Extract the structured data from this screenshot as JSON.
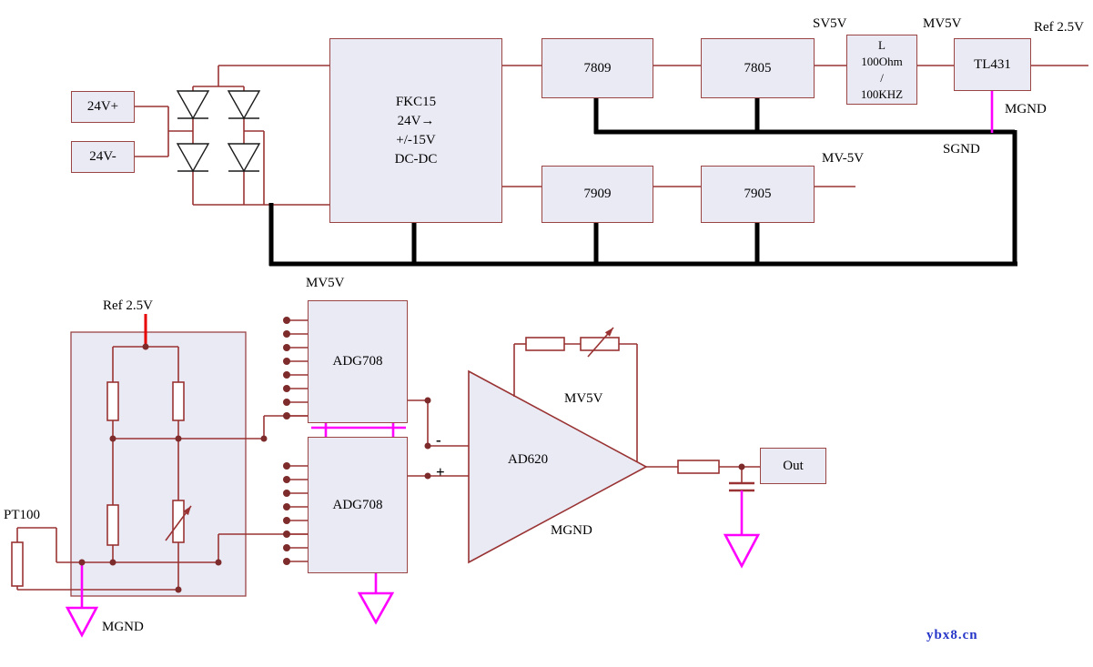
{
  "colors": {
    "wire": "#993333",
    "box_fill": "#eaeaf5",
    "box_border": "#9a4444",
    "bus_black": "#000000",
    "magenta": "#ff00ff",
    "ref_red": "#e60000",
    "junction": "#7d2b2b",
    "watermark_blue": "#2636c8"
  },
  "power": {
    "input_pos": "24V+",
    "input_neg": "24V-",
    "dcdc_lines": [
      "FKC15",
      "24V→",
      "+/-15V",
      "DC-DC"
    ],
    "reg_7809": "7809",
    "reg_7805": "7805",
    "reg_7909": "7909",
    "reg_7905": "7905",
    "filter_lines": [
      "L",
      "100Ohm",
      "/",
      "100KHZ"
    ],
    "shunt_ref": "TL431",
    "labels": {
      "sv5v": "SV5V",
      "mv5v": "MV5V",
      "ref25": "Ref 2.5V",
      "mgnd": "MGND",
      "sgnd": "SGND",
      "mv_neg5v": "MV-5V"
    }
  },
  "frontend": {
    "mux_supply": "MV5V",
    "mux1": "ADG708",
    "mux2": "ADG708",
    "ref25": "Ref 2.5V",
    "sensor": "PT100",
    "mgnd_left": "MGND",
    "amp_name": "AD620",
    "amp_supply": "MV5V",
    "amp_gnd": "MGND",
    "input_minus": "-",
    "input_plus": "+",
    "out": "Out"
  },
  "watermark": "ybx8.cn"
}
